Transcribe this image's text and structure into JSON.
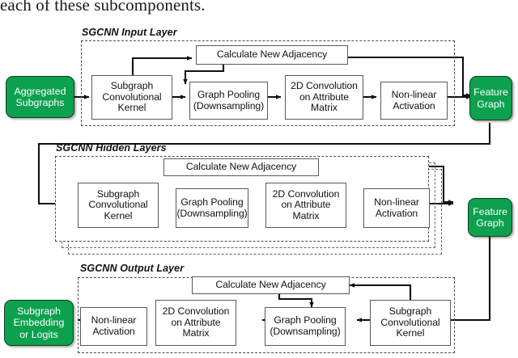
{
  "caption": "each of these subcomponents.",
  "colors": {
    "terminal_green": "#0ba14e",
    "terminal_border": "#123b22",
    "box_border": "#5a5a5a",
    "frame_dashed": "#4d4d4d",
    "wire": "#111111",
    "text_dark": "#111111",
    "text_light": "#ffffff"
  },
  "sections": {
    "input": {
      "label": "SGCNN Input Layer"
    },
    "hidden": {
      "label": "SGCNN Hidden Layers"
    },
    "output": {
      "label": "SGCNN Output Layer"
    }
  },
  "terminals": {
    "aggregated_subgraphs": {
      "line1": "Aggregated",
      "line2": "Subgraphs"
    },
    "feature_graph_1": {
      "line1": "Feature",
      "line2": "Graph"
    },
    "feature_graph_2": {
      "line1": "Feature",
      "line2": "Graph"
    },
    "subgraph_embedding": {
      "line1": "Subgraph",
      "line2": "Embedding",
      "line3": "or Logits"
    }
  },
  "input_layer": {
    "adjacency": {
      "text": "Calculate New Adjacency"
    },
    "stages": [
      {
        "id": "subgraph-conv-kernel",
        "line1": "Subgraph",
        "line2": "Convolutional",
        "line3": "Kernel"
      },
      {
        "id": "graph-pooling",
        "line1": "Graph Pooling",
        "line2": "(Downsampling)",
        "line3": ""
      },
      {
        "id": "conv-2d-attribute",
        "line1": "2D Convolution",
        "line2": "on Attribute",
        "line3": "Matrix"
      },
      {
        "id": "non-linear-activation",
        "line1": "Non-linear",
        "line2": "Activation",
        "line3": ""
      }
    ]
  },
  "hidden_layers": {
    "adjacency": {
      "text": "Calculate New Adjacency"
    },
    "stages": [
      {
        "id": "subgraph-conv-kernel",
        "line1": "Subgraph",
        "line2": "Convolutional",
        "line3": "Kernel"
      },
      {
        "id": "graph-pooling",
        "line1": "Graph Pooling",
        "line2": "(Downsampling)",
        "line3": ""
      },
      {
        "id": "conv-2d-attribute",
        "line1": "2D Convolution",
        "line2": "on Attribute",
        "line3": "Matrix"
      },
      {
        "id": "non-linear-activation",
        "line1": "Non-linear",
        "line2": "Activation",
        "line3": ""
      }
    ]
  },
  "output_layer": {
    "adjacency": {
      "text": "Calculate New Adjacency"
    },
    "stages": [
      {
        "id": "subgraph-conv-kernel",
        "line1": "Subgraph",
        "line2": "Convolutional",
        "line3": "Kernel"
      },
      {
        "id": "graph-pooling",
        "line1": "Graph Pooling",
        "line2": "(Downsampling)",
        "line3": ""
      },
      {
        "id": "conv-2d-attribute",
        "line1": "2D Convolution",
        "line2": "on Attribute",
        "line3": "Matrix"
      },
      {
        "id": "non-linear-activation",
        "line1": "Non-linear",
        "line2": "Activation",
        "line3": ""
      }
    ]
  },
  "flow": {
    "input_direction": "left-to-right",
    "hidden_direction": "left-to-right",
    "output_direction": "right-to-left"
  }
}
